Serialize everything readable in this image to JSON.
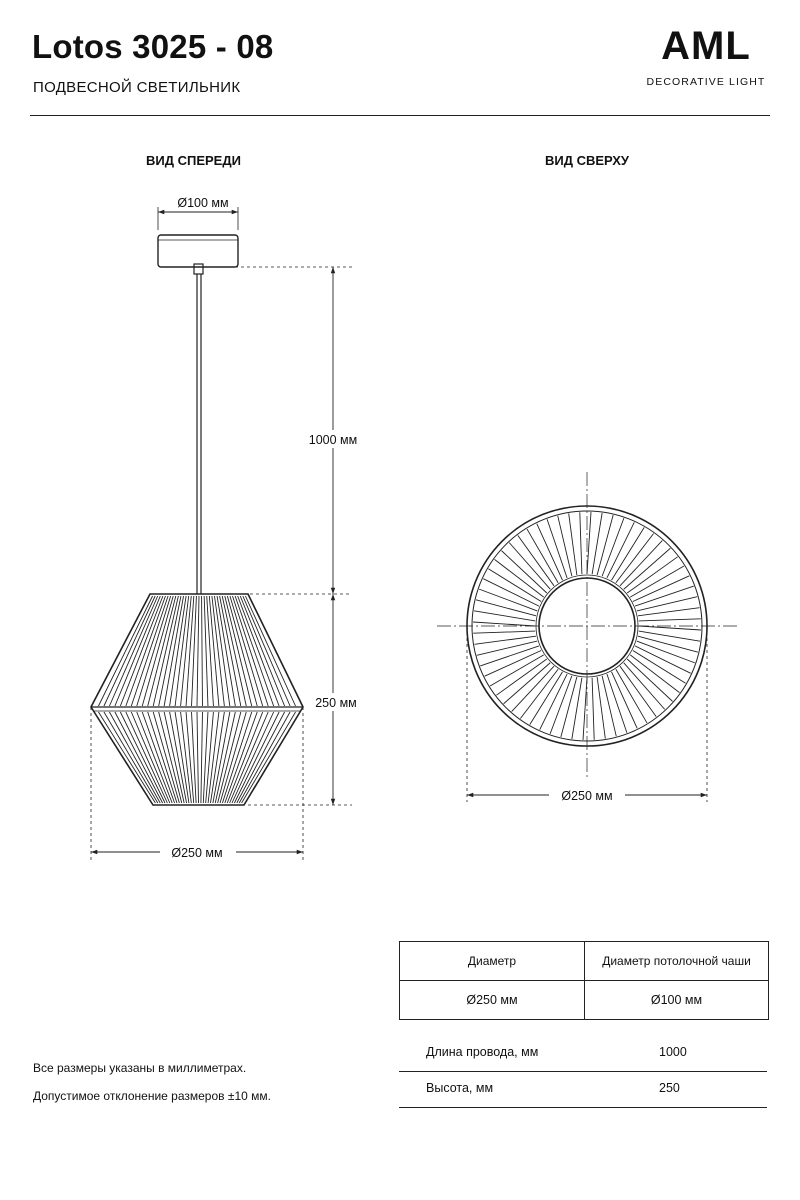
{
  "header": {
    "title": "Lotos 3025 - 08",
    "subtitle": "ПОДВЕСНОЙ СВЕТИЛЬНИК",
    "brand_name": "AML",
    "brand_tagline": "DECORATIVE LIGHT"
  },
  "views": {
    "front_label": "ВИД СПЕРЕДИ",
    "top_label": "ВИД СВЕРХУ"
  },
  "dimensions": {
    "canopy_diameter": "Ø100 мм",
    "cord_length": "1000 мм",
    "shade_height": "250 мм",
    "shade_diameter_front": "Ø250 мм",
    "shade_diameter_top": "Ø250 мм"
  },
  "spec_table": {
    "headers": [
      "Диаметр",
      "Диаметр потолочной чаши"
    ],
    "values": [
      "Ø250 мм",
      "Ø100 мм"
    ]
  },
  "spec_rows": [
    {
      "label": "Длина провода, мм",
      "value": "1000"
    },
    {
      "label": "Высота, мм",
      "value": "250"
    }
  ],
  "notes": [
    "Все размеры указаны в миллиметрах.",
    "Допустимое отклонение размеров ±10 мм."
  ],
  "colors": {
    "line": "#222222",
    "background": "#ffffff"
  }
}
